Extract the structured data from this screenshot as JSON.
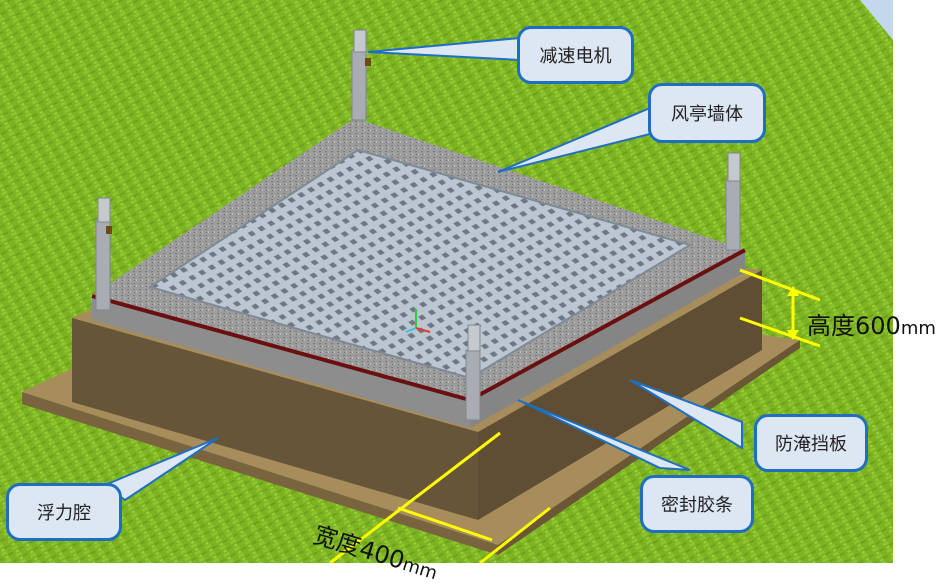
{
  "diagram": {
    "type": "3D model of floating pavilion base (cross-section assembly)",
    "colors": {
      "grass": "#7fb524",
      "sky_corner": "#c3d8ec",
      "frame_dark": "#675539",
      "frame_top": "#a88d5c",
      "wall_concrete": "#9a9a9a",
      "grid_floor": "#b8c3ce",
      "seal_strip": "#6a1010",
      "pillar": "#a7adb3",
      "dimension_line": "#ffff00",
      "callout_fill": "#dde6f3",
      "callout_border": "#1f6fc1"
    },
    "callouts": [
      {
        "id": "motor",
        "label": "减速电机"
      },
      {
        "id": "wall",
        "label": "风亭墙体"
      },
      {
        "id": "flood-baffle",
        "label": "防淹挡板"
      },
      {
        "id": "seal-strip",
        "label": "密封胶条"
      },
      {
        "id": "buoyancy-chamber",
        "label": "浮力腔"
      }
    ],
    "dimensions": {
      "height": {
        "label": "高度",
        "value": "600",
        "unit": "mm"
      },
      "width": {
        "label": "宽度",
        "value": "400",
        "unit": "mm"
      }
    }
  }
}
